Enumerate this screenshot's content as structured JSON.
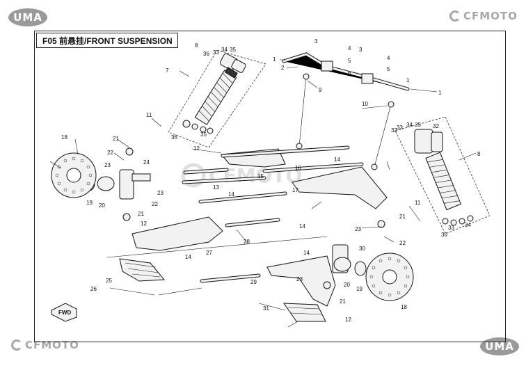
{
  "brand": {
    "uma_label": "UMA",
    "cfmoto_label": "CFMOTO"
  },
  "diagram": {
    "title": "F05 前悬挂/FRONT SUSPENSION",
    "fwd_label": "FWD",
    "callouts": [
      "1",
      "2",
      "3",
      "4",
      "5",
      "6",
      "7",
      "8",
      "9",
      "10",
      "11",
      "12",
      "13",
      "14",
      "15",
      "16",
      "17",
      "18",
      "19",
      "20",
      "21",
      "22",
      "23",
      "24",
      "25",
      "26",
      "27",
      "28",
      "29",
      "30",
      "31",
      "32",
      "33",
      "34",
      "35",
      "36"
    ]
  }
}
